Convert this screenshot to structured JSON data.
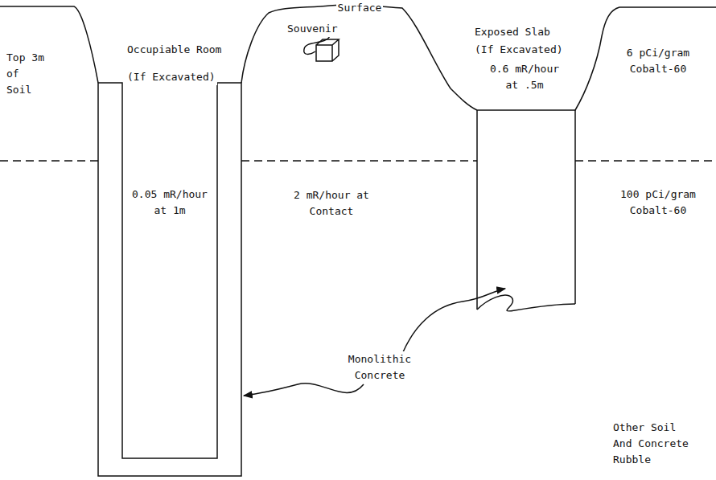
{
  "diagram": {
    "labels": [
      "Surface",
      "Top 3m of Soil",
      "Occupiable Room",
      "(If Excavated)",
      "Souvenir",
      "Exposed Slab",
      "(If Excavated)",
      "6 pCi/gram Cobalt-60",
      "0.6 mR/hour at .5m",
      "2 mR/hour at Contact",
      "0.05 mR/hour at 1m",
      "100 pCi/gram Cobalt-60",
      "Monolithic Concrete",
      "Other Soil And Concrete Rubble"
    ]
  }
}
